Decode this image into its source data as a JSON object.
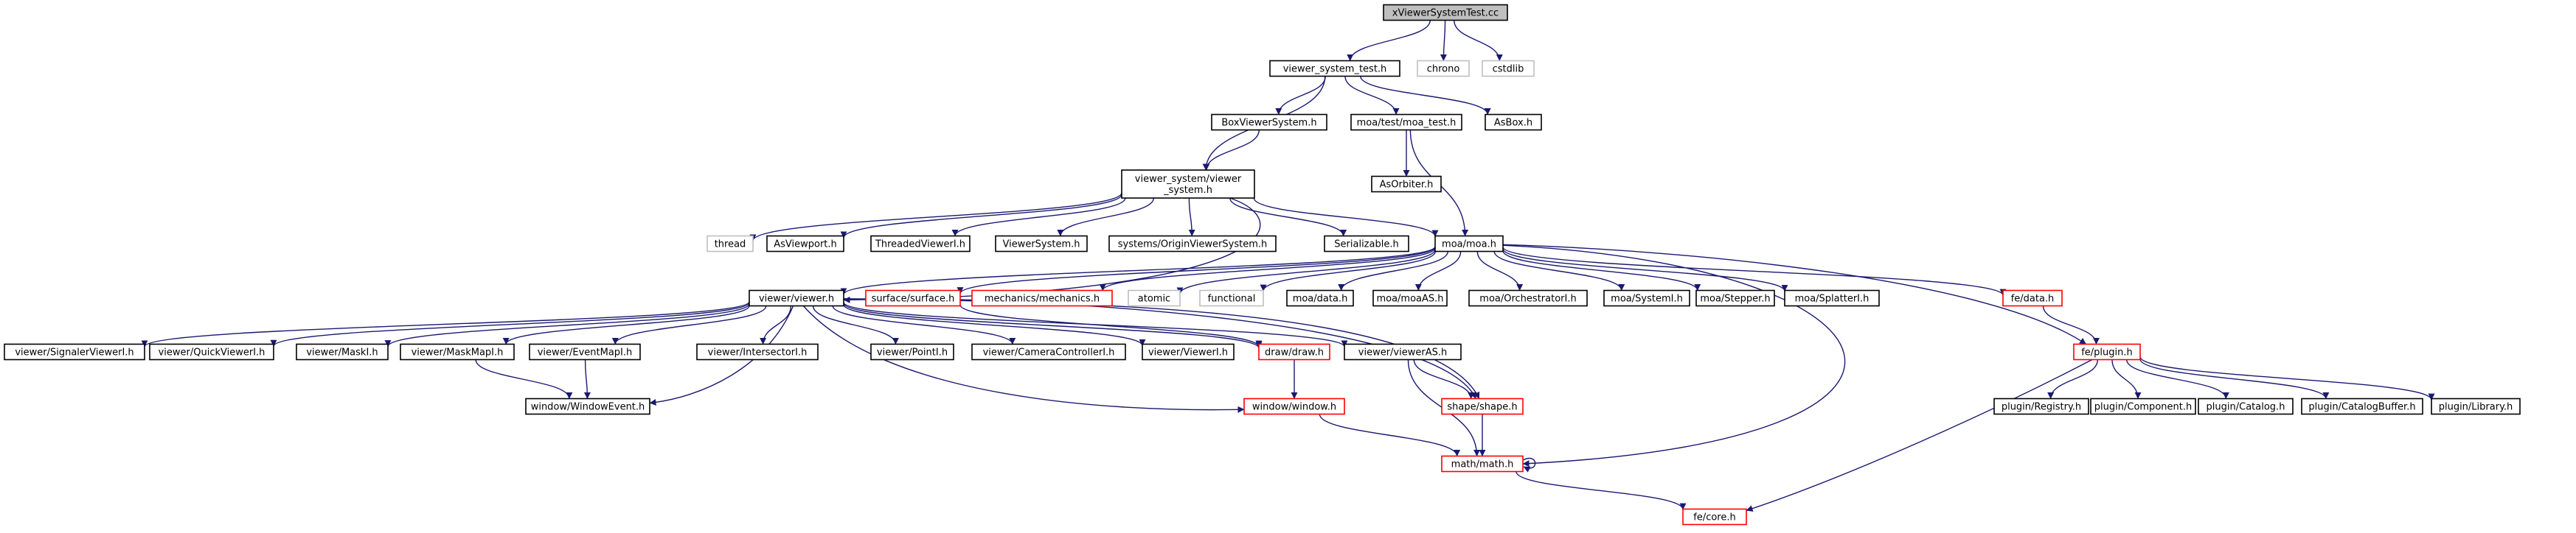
{
  "diagram": {
    "title": "",
    "colors": {
      "root_fill": "#bfbfbf",
      "root_border": "#000000",
      "doc_border": "#000000",
      "undocumented_border": "#ff0000",
      "external_border": "#bfbfbf",
      "external_text": "#7f7f7f",
      "edge": "#191970"
    },
    "nodes": [
      {
        "id": "root",
        "label": "xViewerSystemTest.cc",
        "kind": "root"
      },
      {
        "id": "vst",
        "label": "viewer_system_test.h",
        "kind": "doc"
      },
      {
        "id": "chrono",
        "label": "chrono",
        "kind": "external"
      },
      {
        "id": "cstdlib",
        "label": "cstdlib",
        "kind": "external"
      },
      {
        "id": "boxvs",
        "label": "BoxViewerSystem.h",
        "kind": "doc"
      },
      {
        "id": "moatest",
        "label": "moa/test/moa_test.h",
        "kind": "doc"
      },
      {
        "id": "asbox",
        "label": "AsBox.h",
        "kind": "doc"
      },
      {
        "id": "vsys",
        "label": "viewer_system/viewer\n_system.h",
        "kind": "doc"
      },
      {
        "id": "asorbiter",
        "label": "AsOrbiter.h",
        "kind": "doc"
      },
      {
        "id": "thread",
        "label": "thread",
        "kind": "external"
      },
      {
        "id": "asviewport",
        "label": "AsViewport.h",
        "kind": "doc"
      },
      {
        "id": "threaded",
        "label": "ThreadedViewerI.h",
        "kind": "doc"
      },
      {
        "id": "viewersystem",
        "label": "ViewerSystem.h",
        "kind": "doc"
      },
      {
        "id": "originvs",
        "label": "systems/OriginViewerSystem.h",
        "kind": "doc"
      },
      {
        "id": "serializable",
        "label": "Serializable.h",
        "kind": "doc"
      },
      {
        "id": "moa",
        "label": "moa/moa.h",
        "kind": "doc"
      },
      {
        "id": "viewer",
        "label": "viewer/viewer.h",
        "kind": "doc"
      },
      {
        "id": "surface",
        "label": "surface/surface.h",
        "kind": "undocumented"
      },
      {
        "id": "mechanics",
        "label": "mechanics/mechanics.h",
        "kind": "undocumented"
      },
      {
        "id": "atomic",
        "label": "atomic",
        "kind": "external"
      },
      {
        "id": "functional",
        "label": "functional",
        "kind": "external"
      },
      {
        "id": "moadata",
        "label": "moa/data.h",
        "kind": "doc"
      },
      {
        "id": "moaas",
        "label": "moa/moaAS.h",
        "kind": "doc"
      },
      {
        "id": "orchestrator",
        "label": "moa/OrchestratorI.h",
        "kind": "doc"
      },
      {
        "id": "systemi",
        "label": "moa/SystemI.h",
        "kind": "doc"
      },
      {
        "id": "stepper",
        "label": "moa/Stepper.h",
        "kind": "doc"
      },
      {
        "id": "splatter",
        "label": "moa/SplatterI.h",
        "kind": "doc"
      },
      {
        "id": "fedata",
        "label": "fe/data.h",
        "kind": "undocumented"
      },
      {
        "id": "signaler",
        "label": "viewer/SignalerViewerI.h",
        "kind": "doc"
      },
      {
        "id": "quick",
        "label": "viewer/QuickViewerI.h",
        "kind": "doc"
      },
      {
        "id": "maski",
        "label": "viewer/MaskI.h",
        "kind": "doc"
      },
      {
        "id": "maskmap",
        "label": "viewer/MaskMapI.h",
        "kind": "doc"
      },
      {
        "id": "eventmap",
        "label": "viewer/EventMapI.h",
        "kind": "doc"
      },
      {
        "id": "intersector",
        "label": "viewer/IntersectorI.h",
        "kind": "doc"
      },
      {
        "id": "pointi",
        "label": "viewer/PointI.h",
        "kind": "doc"
      },
      {
        "id": "camera",
        "label": "viewer/CameraControllerI.h",
        "kind": "doc"
      },
      {
        "id": "vieweri",
        "label": "viewer/ViewerI.h",
        "kind": "doc"
      },
      {
        "id": "draw",
        "label": "draw/draw.h",
        "kind": "undocumented"
      },
      {
        "id": "viewerAS",
        "label": "viewer/viewerAS.h",
        "kind": "doc"
      },
      {
        "id": "plugin",
        "label": "fe/plugin.h",
        "kind": "undocumented"
      },
      {
        "id": "windowevent",
        "label": "window/WindowEvent.h",
        "kind": "doc"
      },
      {
        "id": "window",
        "label": "window/window.h",
        "kind": "undocumented"
      },
      {
        "id": "shape",
        "label": "shape/shape.h",
        "kind": "undocumented"
      },
      {
        "id": "registry",
        "label": "plugin/Registry.h",
        "kind": "doc"
      },
      {
        "id": "component",
        "label": "plugin/Component.h",
        "kind": "doc"
      },
      {
        "id": "catalog",
        "label": "plugin/Catalog.h",
        "kind": "doc"
      },
      {
        "id": "catalogbuffer",
        "label": "plugin/CatalogBuffer.h",
        "kind": "doc"
      },
      {
        "id": "library",
        "label": "plugin/Library.h",
        "kind": "doc"
      },
      {
        "id": "math",
        "label": "math/math.h",
        "kind": "undocumented"
      },
      {
        "id": "fecore",
        "label": "fe/core.h",
        "kind": "undocumented"
      }
    ],
    "edges": [
      [
        "root",
        "vst"
      ],
      [
        "root",
        "chrono"
      ],
      [
        "root",
        "cstdlib"
      ],
      [
        "vst",
        "boxvs"
      ],
      [
        "vst",
        "moatest"
      ],
      [
        "vst",
        "asbox"
      ],
      [
        "vst",
        "vsys"
      ],
      [
        "boxvs",
        "vsys"
      ],
      [
        "moatest",
        "asorbiter"
      ],
      [
        "moatest",
        "moa"
      ],
      [
        "vsys",
        "thread"
      ],
      [
        "vsys",
        "asviewport"
      ],
      [
        "vsys",
        "threaded"
      ],
      [
        "vsys",
        "viewersystem"
      ],
      [
        "vsys",
        "originvs"
      ],
      [
        "vsys",
        "serializable"
      ],
      [
        "vsys",
        "moa"
      ],
      [
        "vsys",
        "viewer"
      ],
      [
        "moa",
        "surface"
      ],
      [
        "moa",
        "viewer"
      ],
      [
        "moa",
        "mechanics"
      ],
      [
        "moa",
        "atomic"
      ],
      [
        "moa",
        "functional"
      ],
      [
        "moa",
        "moadata"
      ],
      [
        "moa",
        "moaas"
      ],
      [
        "moa",
        "orchestrator"
      ],
      [
        "moa",
        "systemi"
      ],
      [
        "moa",
        "stepper"
      ],
      [
        "moa",
        "splatter"
      ],
      [
        "moa",
        "fedata"
      ],
      [
        "moa",
        "plugin"
      ],
      [
        "moa",
        "math"
      ],
      [
        "viewer",
        "signaler"
      ],
      [
        "viewer",
        "quick"
      ],
      [
        "viewer",
        "maski"
      ],
      [
        "viewer",
        "maskmap"
      ],
      [
        "viewer",
        "eventmap"
      ],
      [
        "viewer",
        "intersector"
      ],
      [
        "viewer",
        "pointi"
      ],
      [
        "viewer",
        "camera"
      ],
      [
        "viewer",
        "vieweri"
      ],
      [
        "viewer",
        "draw"
      ],
      [
        "viewer",
        "viewerAS"
      ],
      [
        "viewer",
        "shape"
      ],
      [
        "viewer",
        "window"
      ],
      [
        "viewer",
        "windowevent"
      ],
      [
        "surface",
        "draw"
      ],
      [
        "surface",
        "shape"
      ],
      [
        "maskmap",
        "windowevent"
      ],
      [
        "eventmap",
        "windowevent"
      ],
      [
        "draw",
        "window"
      ],
      [
        "window",
        "math"
      ],
      [
        "viewerAS",
        "shape"
      ],
      [
        "viewerAS",
        "math"
      ],
      [
        "shape",
        "math"
      ],
      [
        "math",
        "math"
      ],
      [
        "math",
        "fecore"
      ],
      [
        "fedata",
        "plugin"
      ],
      [
        "plugin",
        "fecore"
      ],
      [
        "plugin",
        "registry"
      ],
      [
        "plugin",
        "component"
      ],
      [
        "plugin",
        "catalog"
      ],
      [
        "plugin",
        "catalogbuffer"
      ],
      [
        "plugin",
        "library"
      ]
    ]
  }
}
